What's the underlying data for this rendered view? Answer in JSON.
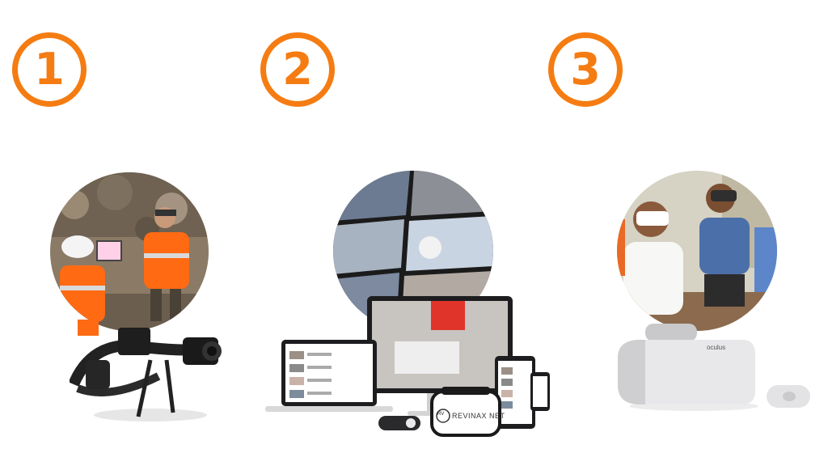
{
  "steps": [
    {
      "number": "1"
    },
    {
      "number": "2"
    },
    {
      "number": "3"
    }
  ],
  "brand": {
    "headset_logo": "REVINAX NET",
    "headset_mark": "RV",
    "oculus": "oculus"
  },
  "colors": {
    "accent": "#f57c12",
    "safety_orange": "#ff6a13",
    "headset_white": "#e8e8ea"
  }
}
